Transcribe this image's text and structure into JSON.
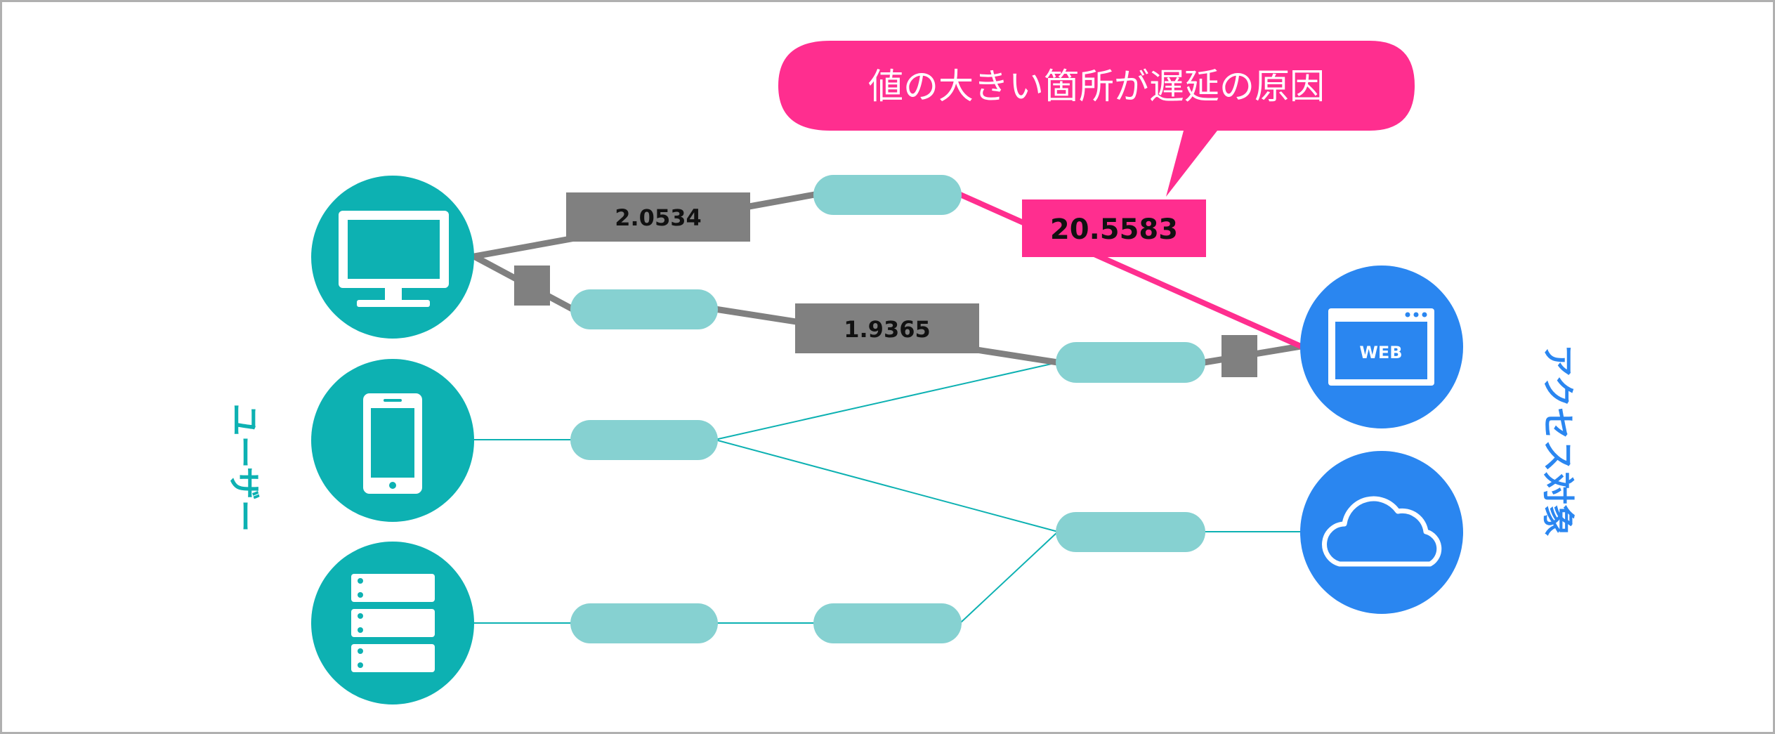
{
  "callout": {
    "text": "値の大きい箇所が遅延の原因"
  },
  "labels": {
    "users": "ユーザー",
    "targets": "アクセス対象"
  },
  "values": {
    "pc_path_top": "2.0534",
    "pc_path_bottom": "1.9365",
    "hot_link": "20.5583"
  },
  "icons": {
    "web_text": "WEB",
    "pc": "desktop-monitor-icon",
    "phone": "smartphone-icon",
    "server": "server-rack-icon",
    "web": "web-browser-icon",
    "cloud": "cloud-icon"
  },
  "colors": {
    "teal": "#0db1b2",
    "light_teal": "#86d1d1",
    "blue": "#2a86f0",
    "pink": "#ff2e8f",
    "gray": "#808080"
  }
}
